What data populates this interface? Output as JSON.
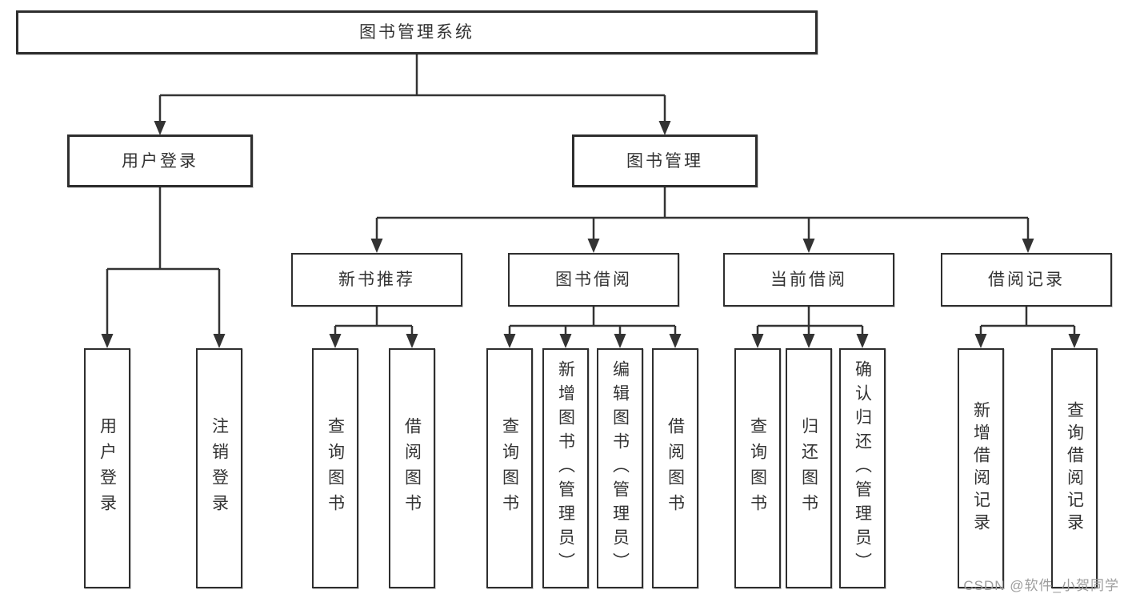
{
  "tree": {
    "root": "图书管理系统",
    "level2": [
      {
        "label": "用户登录"
      },
      {
        "label": "图书管理"
      }
    ],
    "level3": [
      {
        "label": "新书推荐"
      },
      {
        "label": "图书借阅"
      },
      {
        "label": "当前借阅"
      },
      {
        "label": "借阅记录"
      }
    ],
    "leaves": [
      {
        "label": "用户登录"
      },
      {
        "label": "注销登录"
      },
      {
        "label": "查询图书"
      },
      {
        "label": "借阅图书"
      },
      {
        "label": "查询图书"
      },
      {
        "label": "新增图书（管理员）"
      },
      {
        "label": "编辑图书（管理员）"
      },
      {
        "label": "借阅图书"
      },
      {
        "label": "查询图书"
      },
      {
        "label": "归还图书"
      },
      {
        "label": "确认归还（管理员）"
      },
      {
        "label": "新增借阅记录"
      },
      {
        "label": "查询借阅记录"
      }
    ]
  },
  "watermark": {
    "text": "CSDN @软件_小贺同学"
  },
  "colors": {
    "line": "#333333",
    "box_border": "#2e2e2e",
    "text": "#333333",
    "watermark": "#9d9d9d",
    "background": "#ffffff"
  }
}
